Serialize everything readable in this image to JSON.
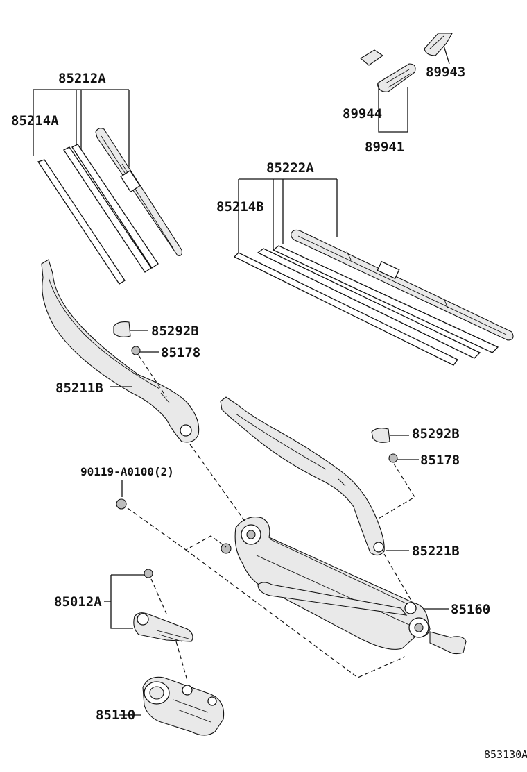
{
  "labels": {
    "p85212A": "85212A",
    "p85214A": "85214A",
    "p89943": "89943",
    "p89944": "89944",
    "p89941": "89941",
    "p85222A": "85222A",
    "p85214B": "85214B",
    "p85292B_left": "85292B",
    "p85178_left": "85178",
    "p85211B": "85211B",
    "p85292B_right": "85292B",
    "p85178_right": "85178",
    "p90119": "90119-A0100(2)",
    "p85221B": "85221B",
    "p85160": "85160",
    "p85012A": "85012A",
    "p85110": "85110"
  },
  "diagram_ref": "853130A"
}
